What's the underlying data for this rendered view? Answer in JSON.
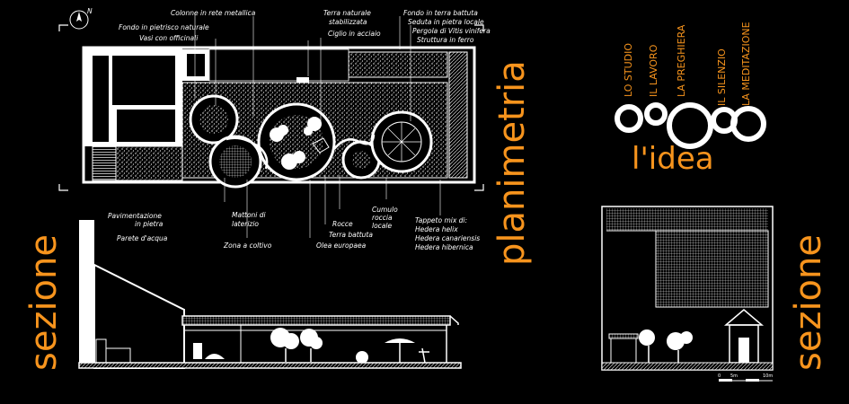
{
  "titles": {
    "planimetria": "planimetria",
    "sezione_left": "sezione",
    "sezione_right": "sezione",
    "idea": "l'idea"
  },
  "compass": {
    "north": "N"
  },
  "idea_words": [
    "LO STUDIO",
    "IL LAVORO",
    "LA PREGHIERA",
    "IL SILENZIO",
    "LA MEDITAZIONE"
  ],
  "labels_top": {
    "colonne": "Colonne in rete metallica",
    "fondo_pietrisco": "Fondo in pietrisco naturale",
    "vasi": "Vasi con officinali",
    "terra_naturale_1": "Terra naturale",
    "terra_naturale_2": "stabilizzata",
    "ciglio": "Ciglio in acciaio",
    "fondo_terra": "Fondo in terra battuta",
    "seduta": "Seduta in pietra locale",
    "pergola": "Pergola di Vitis vinifera",
    "struttura": "Struttura in ferro"
  },
  "labels_bottom": {
    "pavimentazione_1": "Pavimentazione",
    "pavimentazione_2": "in pietra",
    "parete": "Parete d'acqua",
    "mattoni_1": "Mattoni di",
    "mattoni_2": "laterizio",
    "zona": "Zona a coltivo",
    "rocce": "Rocce",
    "terra_battuta": "Terra battuta",
    "olea": "Olea europaea",
    "cumulo_1": "Cumulo",
    "cumulo_2": "roccia",
    "cumulo_3": "locale",
    "tappeto_1": "Tappeto mix di:",
    "tappeto_2": "Hedera helix",
    "tappeto_3": "Hedera canariensis",
    "tappeto_4": "Hedera hibernica"
  },
  "scale_bar": {
    "zero": "0",
    "five": "5m",
    "ten": "10m"
  },
  "colors": {
    "accent": "#f7941d",
    "line": "#ffffff",
    "background": "#000000"
  }
}
